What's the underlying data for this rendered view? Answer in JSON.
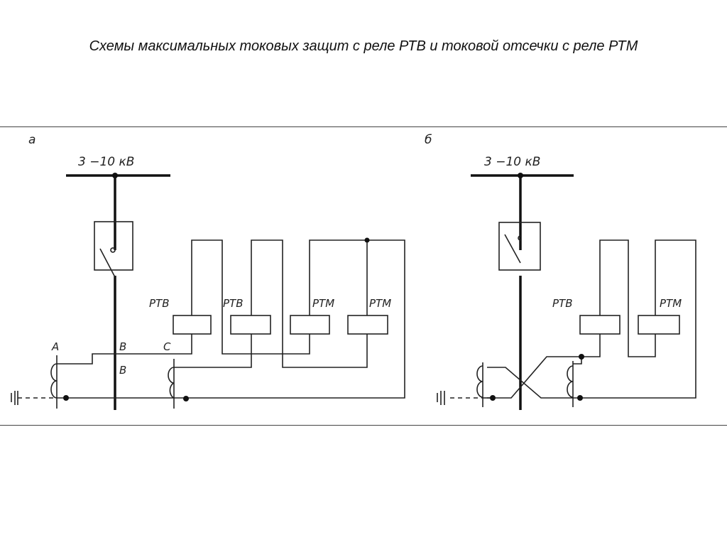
{
  "title": "Схемы максимальных токовых защит с реле РТВ и токовой отсечки с реле РТМ",
  "panel_a": {
    "letter": "а",
    "voltage": "3 −10 кВ",
    "relays": [
      "РТВ",
      "РТВ",
      "РТМ",
      "РТМ"
    ],
    "phases": {
      "a": "A",
      "b_top": "B",
      "c": "C",
      "b_bottom": "B"
    }
  },
  "panel_b": {
    "letter": "б",
    "voltage": "3 −10 кВ",
    "relays": [
      "РТВ",
      "РТМ"
    ]
  }
}
